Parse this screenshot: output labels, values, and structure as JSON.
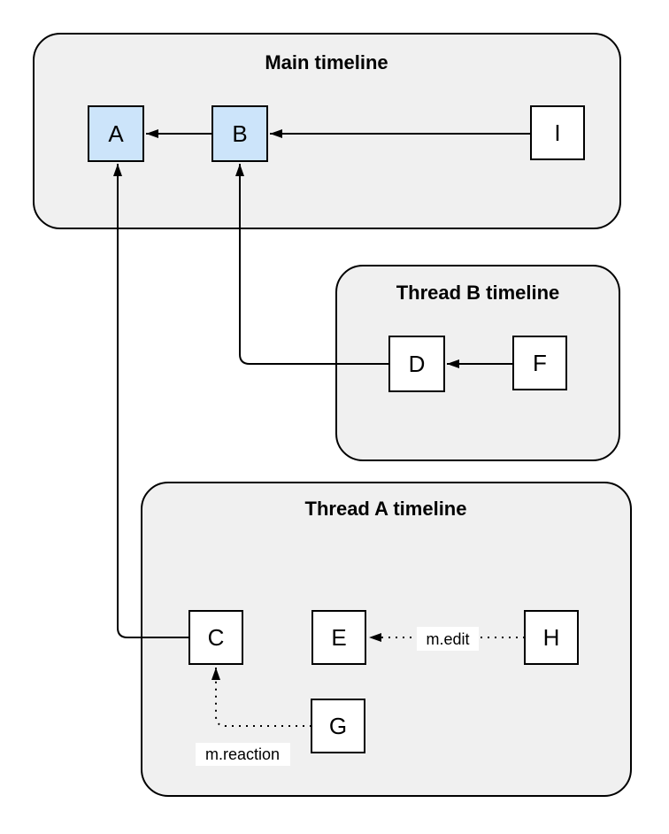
{
  "colors": {
    "container_fill": "#f0f0f0",
    "container_stroke": "#000000",
    "node_blue_fill": "#cce4fa",
    "node_white_fill": "#ffffff",
    "edge_color": "#000000",
    "label_bg": "#ffffff",
    "text_color": "#000000"
  },
  "containers": {
    "main": {
      "title": "Main timeline"
    },
    "thread_b": {
      "title": "Thread B timeline"
    },
    "thread_a": {
      "title": "Thread A timeline"
    }
  },
  "nodes": {
    "a": {
      "label": "A"
    },
    "b": {
      "label": "B"
    },
    "i": {
      "label": "I"
    },
    "d": {
      "label": "D"
    },
    "f": {
      "label": "F"
    },
    "c": {
      "label": "C"
    },
    "e": {
      "label": "E"
    },
    "h": {
      "label": "H"
    },
    "g": {
      "label": "G"
    }
  },
  "edge_labels": {
    "edit": "m.edit",
    "reaction": "m.reaction"
  }
}
